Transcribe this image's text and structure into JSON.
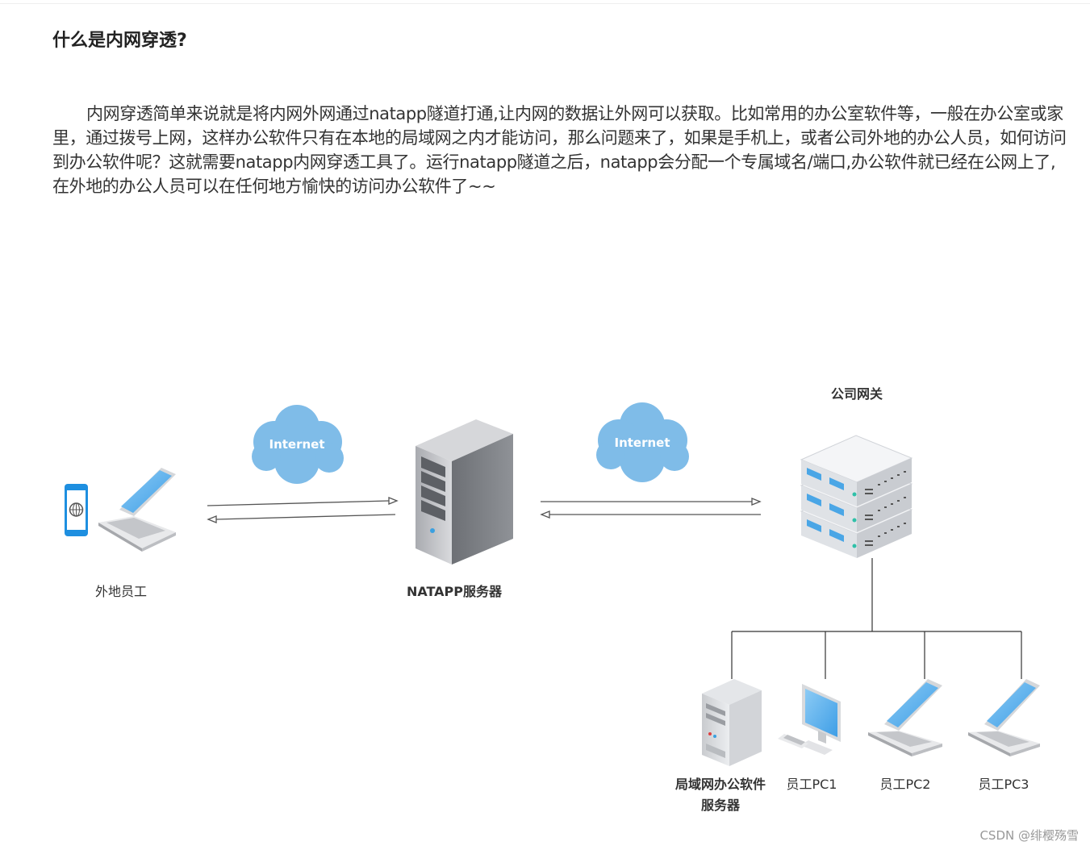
{
  "article": {
    "title": "什么是内网穿透?",
    "paragraph": "内网穿透简单来说就是将内网外网通过natapp隧道打通,让内网的数据让外网可以获取。比如常用的办公室软件等，一般在办公室或家里，通过拨号上网，这样办公软件只有在本地的局域网之内才能访问，那么问题来了，如果是手机上，或者公司外地的办公人员，如何访问到办公软件呢？这就需要natapp内网穿透工具了。运行natapp隧道之后，natapp会分配一个专属域名/端口,办公软件就已经在公网上了,在外地的办公人员可以在任何地方愉快的访问办公软件了~~"
  },
  "diagram": {
    "cloud_left": "Internet",
    "cloud_right": "Internet",
    "remote_employee": "外地员工",
    "natapp_server": "NATAPP服务器",
    "company_gateway": "公司网关",
    "lan_server_line1": "局域网办公软件",
    "lan_server_line2": "服务器",
    "pc1": "员工PC1",
    "pc2": "员工PC2",
    "pc3": "员工PC3"
  },
  "colors": {
    "cloud": "#7fbce8",
    "screen": "#5aaeea",
    "server_dark": "#8a8d92",
    "gateway": "#eef0f3"
  },
  "watermark": "CSDN @绯樱殇雪"
}
